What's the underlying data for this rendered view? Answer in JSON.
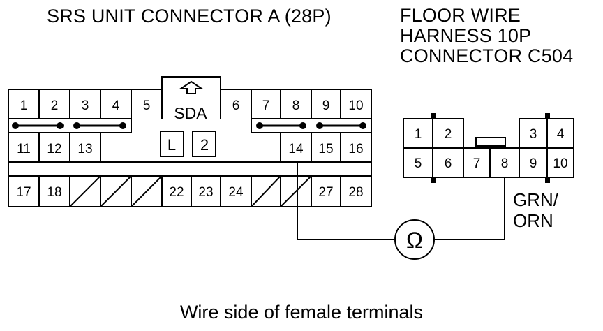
{
  "headings": {
    "srs_connector": "SRS UNIT CONNECTOR A (28P)",
    "floor_harness": [
      "FLOOR WIRE",
      "HARNESS 10P",
      "CONNECTOR C504"
    ]
  },
  "connector_a": {
    "row1_left": [
      "1",
      "2",
      "3",
      "4",
      "5"
    ],
    "row1_right": [
      "6",
      "7",
      "8",
      "9",
      "10"
    ],
    "row2_left": [
      "11",
      "12",
      "13"
    ],
    "row2_right": [
      "14",
      "15",
      "16"
    ],
    "row3": [
      "17",
      "18",
      "",
      "",
      "",
      "22",
      "23",
      "24",
      "",
      "27",
      "28"
    ],
    "center_label": "SDA",
    "center_boxes": [
      "L",
      "2"
    ]
  },
  "connector_c504": {
    "top_left": [
      "1",
      "2"
    ],
    "top_right": [
      "3",
      "4"
    ],
    "bottom": [
      "5",
      "6",
      "7",
      "8",
      "9",
      "10"
    ]
  },
  "wire_color": [
    "GRN/",
    "ORN"
  ],
  "meter_symbol": "Ω",
  "footnote": "Wire side of female terminals",
  "colors": {
    "line": "#000000",
    "background": "#ffffff"
  }
}
